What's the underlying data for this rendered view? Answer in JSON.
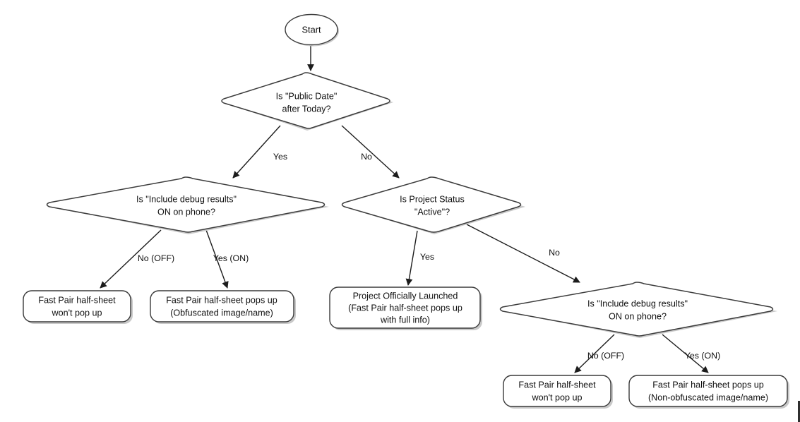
{
  "diagram": {
    "title": "Fast Pair half-sheet visibility decision flow",
    "type": "flowchart",
    "background": "#ffffff",
    "stroke_color": "#2b2b2b",
    "text_color": "#101010",
    "shadow_color": "#c9c9c9"
  },
  "nodes": {
    "start": {
      "shape": "ellipse",
      "lines": [
        "Start"
      ]
    },
    "decision_public_date": {
      "shape": "diamond",
      "lines": [
        "Is \"Public Date\"",
        "after Today?"
      ]
    },
    "decision_debug_left": {
      "shape": "diamond",
      "lines": [
        "Is \"Include debug results\"",
        "ON on phone?"
      ]
    },
    "decision_project_status": {
      "shape": "diamond",
      "lines": [
        "Is Project Status",
        "\"Active\"?"
      ]
    },
    "decision_debug_right": {
      "shape": "diamond",
      "lines": [
        "Is \"Include debug results\"",
        "ON on phone?"
      ]
    },
    "outcome_left_no": {
      "shape": "rounded-rect",
      "lines": [
        "Fast Pair half-sheet",
        "won't pop up"
      ]
    },
    "outcome_left_yes": {
      "shape": "rounded-rect",
      "lines": [
        "Fast Pair half-sheet pops up",
        "(Obfuscated image/name)"
      ]
    },
    "outcome_launched": {
      "shape": "rounded-rect",
      "lines": [
        "Project Officially Launched",
        "(Fast Pair half-sheet pops up",
        "with full info)"
      ]
    },
    "outcome_right_no": {
      "shape": "rounded-rect",
      "lines": [
        "Fast Pair half-sheet",
        "won't pop up"
      ]
    },
    "outcome_right_yes": {
      "shape": "rounded-rect",
      "lines": [
        "Fast Pair half-sheet pops up",
        "(Non-obfuscated image/name)"
      ]
    }
  },
  "edges": [
    {
      "id": "start-to-public-date",
      "from": "start",
      "to": "decision_public_date",
      "label": ""
    },
    {
      "id": "public-date-yes",
      "from": "decision_public_date",
      "to": "decision_debug_left",
      "label": "Yes"
    },
    {
      "id": "public-date-no",
      "from": "decision_public_date",
      "to": "decision_project_status",
      "label": "No"
    },
    {
      "id": "debug-left-no",
      "from": "decision_debug_left",
      "to": "outcome_left_no",
      "label": "No (OFF)"
    },
    {
      "id": "debug-left-yes",
      "from": "decision_debug_left",
      "to": "outcome_left_yes",
      "label": "Yes (ON)"
    },
    {
      "id": "project-status-yes",
      "from": "decision_project_status",
      "to": "outcome_launched",
      "label": "Yes"
    },
    {
      "id": "project-status-no",
      "from": "decision_project_status",
      "to": "decision_debug_right",
      "label": "No"
    },
    {
      "id": "debug-right-no",
      "from": "decision_debug_right",
      "to": "outcome_right_no",
      "label": "No (OFF)"
    },
    {
      "id": "debug-right-yes",
      "from": "decision_debug_right",
      "to": "outcome_right_yes",
      "label": "Yes (ON)"
    }
  ]
}
